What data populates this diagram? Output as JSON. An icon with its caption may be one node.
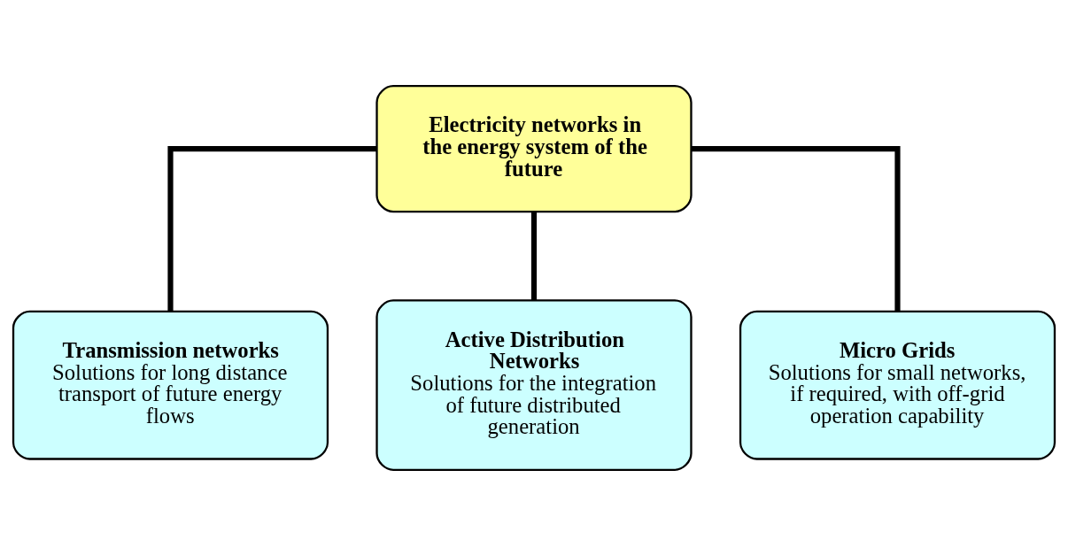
{
  "diagram": {
    "nodes": [
      {
        "text": [
          "Electricity networks in the energy system of the future"
        ]
      },
      {
        "text": [
          "Transmission networks",
          "Solutions for long distance transport of future energy flows"
        ]
      },
      {
        "text": [
          "Active Distribution Networks",
          "Solutions for the integration of future distributed generation"
        ]
      },
      {
        "text": [
          "Micro Grids",
          "Solutions for small networks, if required, with off-grid operation capability"
        ]
      }
    ],
    "edges": [
      {
        "from": 0,
        "to": 1,
        "arrow": "none"
      },
      {
        "from": 0,
        "to": 2,
        "arrow": "none"
      },
      {
        "from": 0,
        "to": 3,
        "arrow": "none"
      }
    ]
  }
}
